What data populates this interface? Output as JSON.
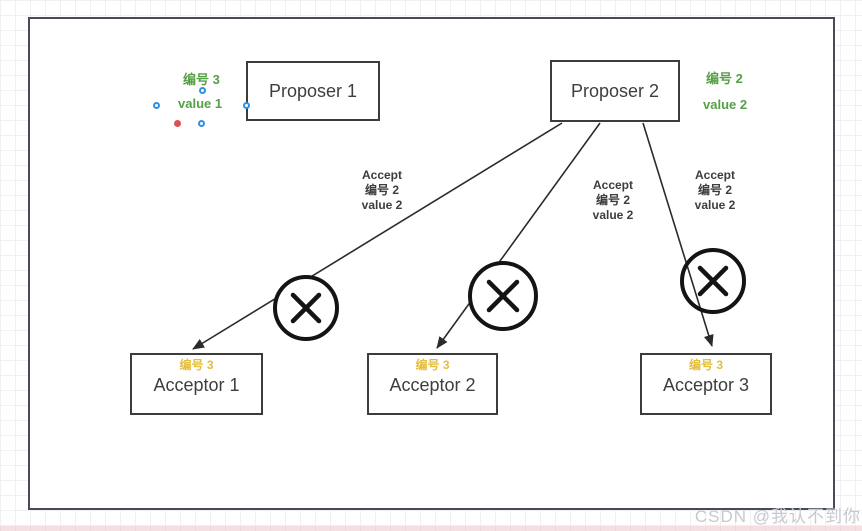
{
  "canvas": {
    "watermark": "CSDN @我认不到你"
  },
  "nodes": {
    "proposer1": {
      "label": "Proposer 1"
    },
    "proposer2": {
      "label": "Proposer 2"
    },
    "acceptor1": {
      "badge": "编号 3",
      "label": "Acceptor 1"
    },
    "acceptor2": {
      "badge": "编号 3",
      "label": "Acceptor 2"
    },
    "acceptor3": {
      "badge": "编号 3",
      "label": "Acceptor 3"
    }
  },
  "states": {
    "proposer1": {
      "number": "编号 3",
      "value": "value 1"
    },
    "proposer2": {
      "number": "编号 2",
      "value": "value 2"
    }
  },
  "edges": [
    {
      "from": "proposer2",
      "to": "acceptor1",
      "status": "rejected",
      "label_lines": [
        "Accept",
        "编号 2",
        "value 2"
      ]
    },
    {
      "from": "proposer2",
      "to": "acceptor2",
      "status": "rejected",
      "label_lines": [
        "Accept",
        "编号 2",
        "value 2"
      ]
    },
    {
      "from": "proposer2",
      "to": "acceptor3",
      "status": "rejected",
      "label_lines": [
        "Accept",
        "编号 2",
        "value 2"
      ]
    }
  ],
  "colors": {
    "state_text_green": "#55a046",
    "badge_yellow": "#e4bd3c",
    "node_border": "#3c3c3c",
    "node_text": "#3e3e3e",
    "edge_line": "#2b2b2b",
    "reject_cross": "#141414",
    "selection_handle_blue": "#2f8fe0",
    "selection_handle_red": "#e04f4f",
    "outer_border": "#474c54",
    "grid_line": "#eef0f2",
    "watermark_gray": "#c7c9d1"
  }
}
